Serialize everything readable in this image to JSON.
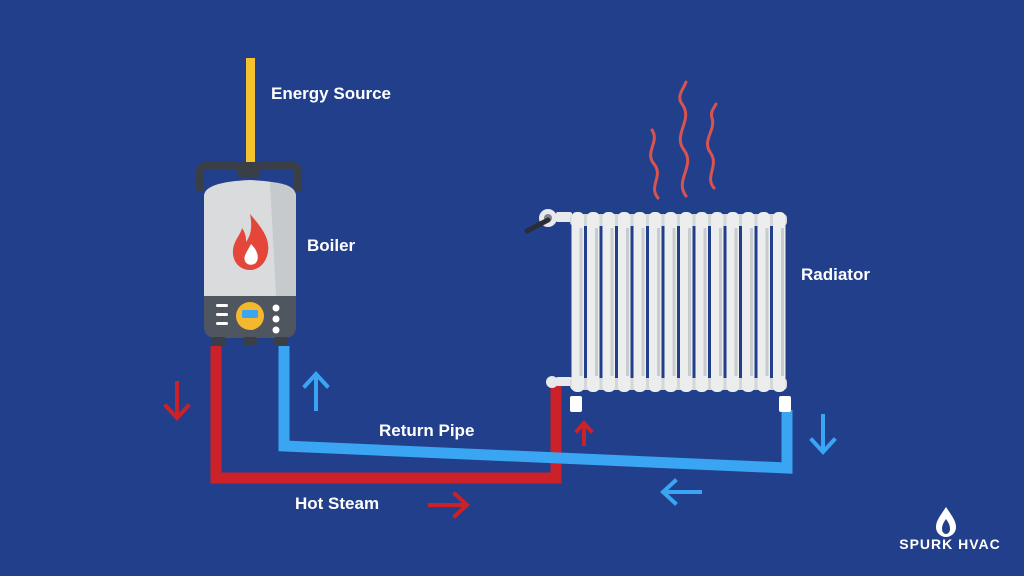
{
  "labels": {
    "energy_source": "Energy Source",
    "boiler": "Boiler",
    "radiator": "Radiator",
    "return_pipe": "Return Pipe",
    "hot_steam": "Hot Steam"
  },
  "brand": {
    "name": "SPURK HVAC",
    "logo_icon": "flame-drop-logo"
  },
  "colors": {
    "background": "#223f8c",
    "hot_pipe": "#cc2128",
    "return_pipe": "#3aa5f2",
    "energy_line": "#f5c12e",
    "boiler_body": "#d9dbdd",
    "boiler_panel": "#505660",
    "flame": "#e5463a",
    "radiator": "#e8e9ea",
    "heat_waves": "#d9534f"
  },
  "icons": {
    "flow_arrows": "arrow-icon",
    "flame": "flame-icon",
    "valve": "valve-icon",
    "heat": "heat-wave-icon"
  }
}
